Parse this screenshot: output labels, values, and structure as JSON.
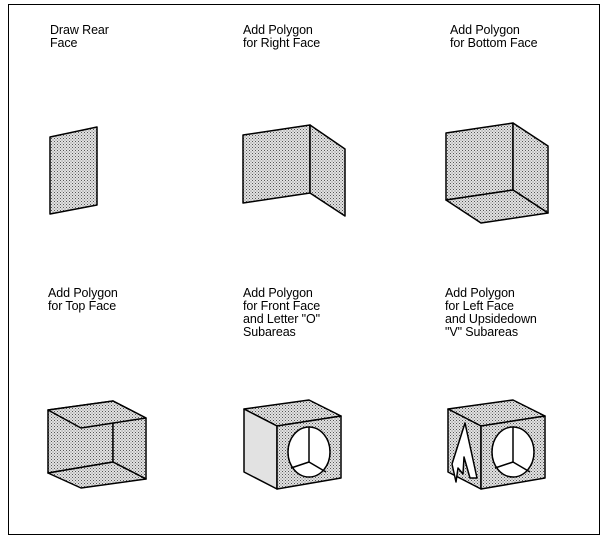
{
  "diagram": {
    "steps": [
      {
        "lines": [
          "Draw Rear",
          "Face"
        ]
      },
      {
        "lines": [
          "Add Polygon",
          "for Right Face"
        ]
      },
      {
        "lines": [
          "Add Polygon",
          "for Bottom Face"
        ]
      },
      {
        "lines": [
          "Add Polygon",
          "for Top Face"
        ]
      },
      {
        "lines": [
          "Add Polygon",
          "for Front Face",
          "and Letter \"O\"",
          "Subareas"
        ]
      },
      {
        "lines": [
          "Add Polygon",
          "for Left Face",
          "and Upsidedown",
          "\"V\" Subareas"
        ]
      }
    ]
  }
}
